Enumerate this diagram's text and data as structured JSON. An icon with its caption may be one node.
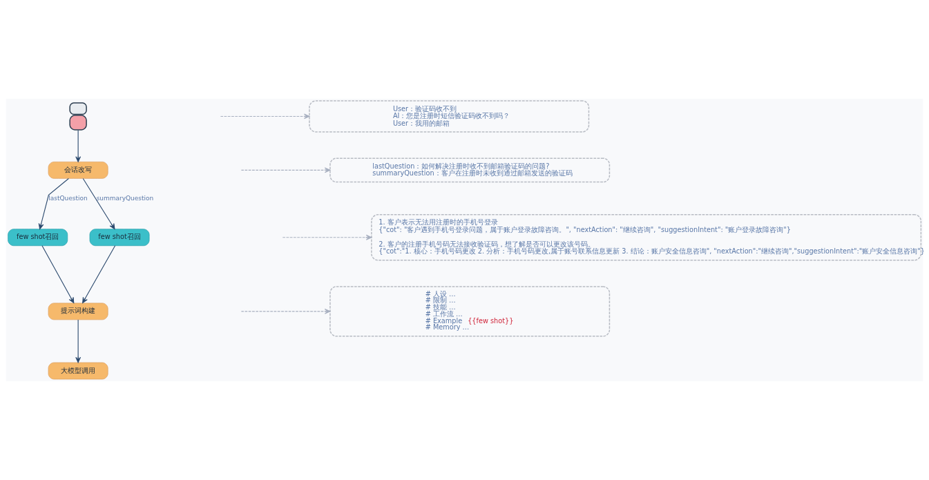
{
  "diagram": {
    "nodes": [
      {
        "text": [],
        "shape": "person"
      },
      {
        "text": [
          "会话改写"
        ]
      },
      {
        "text": [
          "few shot召回"
        ]
      },
      {
        "text": [
          "few shot召回"
        ]
      },
      {
        "text": [
          "提示词构建"
        ]
      },
      {
        "text": [
          "大模型调用"
        ]
      },
      {
        "text": [
          "User：验证码收不到",
          "AI：您是注册时短信验证码收不到吗？",
          "User：我用的邮箱"
        ]
      },
      {
        "text": [
          "lastQuestion：如何解决注册时收不到邮箱验证码的问题?",
          "summaryQuestion：客户在注册时未收到通过邮箱发送的验证码"
        ]
      },
      {
        "text": [
          "1. 客户表示无法用注册时的手机号登录",
          "{\"cot\": \"客户遇到手机号登录问题，属于账户登录故障咨询。\", \"nextAction\": \"继续咨询\", \"suggestionIntent\": \"账户登录故障咨询\"}",
          "2. 客户的注册手机号码无法接收验证码，想了解是否可以更改该号码。",
          "{\"cot\":\"1. 核心：手机号码更改 2. 分析：手机号码更改,属于账号联系信息更新 3. 结论：账户安全信息咨询\", \"nextAction\":\"继续咨询\",\"suggestionIntent\":\"账户安全信息咨询\"}"
        ]
      },
      {
        "text": [
          "# 人设 …",
          "# 限制 …",
          "# 技能 …",
          "# 工作流 …",
          "# Example",
          "{{few shot}}",
          "# Memory …"
        ]
      }
    ],
    "edges": [
      {
        "from": 0,
        "to": 1,
        "arrow": "to"
      },
      {
        "from": 1,
        "to": 2,
        "arrow": "to",
        "label": "lastQuestion"
      },
      {
        "from": 1,
        "to": 3,
        "arrow": "to",
        "label": "summaryQuestion"
      },
      {
        "from": 2,
        "to": 4,
        "arrow": "to"
      },
      {
        "from": 3,
        "to": 4,
        "arrow": "to"
      },
      {
        "from": 4,
        "to": 5,
        "arrow": "to"
      },
      {
        "from": null,
        "to": 6,
        "arrow": "to",
        "style": "dashed",
        "color": "#a8b0c0"
      },
      {
        "from": null,
        "to": 7,
        "arrow": "to",
        "style": "dashed",
        "color": "#a8b0c0"
      },
      {
        "from": null,
        "to": 8,
        "arrow": "to",
        "style": "dashed",
        "color": "#a8b0c0"
      },
      {
        "from": null,
        "to": 9,
        "arrow": "to",
        "style": "dashed",
        "color": "#a8b0c0"
      }
    ]
  }
}
